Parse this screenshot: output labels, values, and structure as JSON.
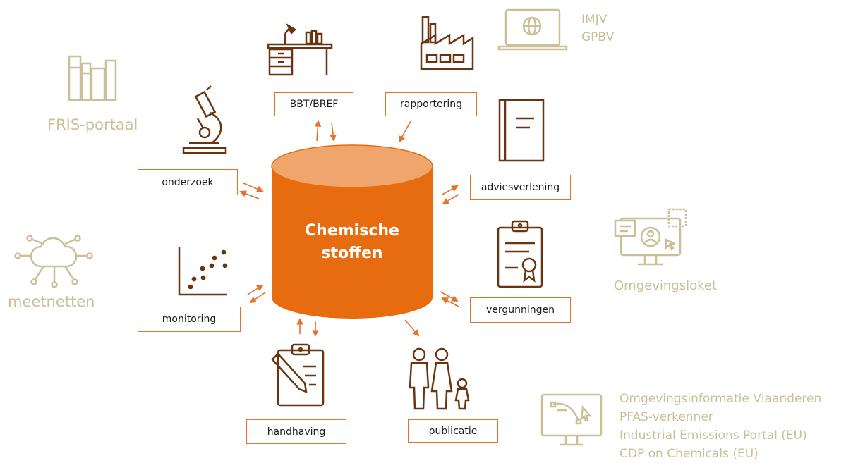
{
  "center": {
    "line1": "Chemische",
    "line2": "stoffen"
  },
  "nodes": {
    "bbt": "BBT/BREF",
    "rapportering": "rapportering",
    "onderzoek": "onderzoek",
    "adviesverlening": "adviesverlening",
    "monitoring": "monitoring",
    "vergunningen": "vergunningen",
    "handhaving": "handhaving",
    "publicatie": "publicatie"
  },
  "external": {
    "imjv": "IMJV",
    "gpbv": "GPBV",
    "fris": "FRIS-portaal",
    "meetnetten": "meetnetten",
    "omgevingsloket": "Omgevingsloket",
    "portals": [
      "Omgevingsinformatie Vlaanderen",
      "PFAS-verkenner",
      "Industrial Emissions Portal (EU)",
      "CDP on Chemicals (EU)"
    ]
  },
  "colors": {
    "accent": "#e3722a",
    "cylinder_top": "#efa56b",
    "icon_brown": "#6b3410",
    "external_text": "#cbbf98"
  }
}
